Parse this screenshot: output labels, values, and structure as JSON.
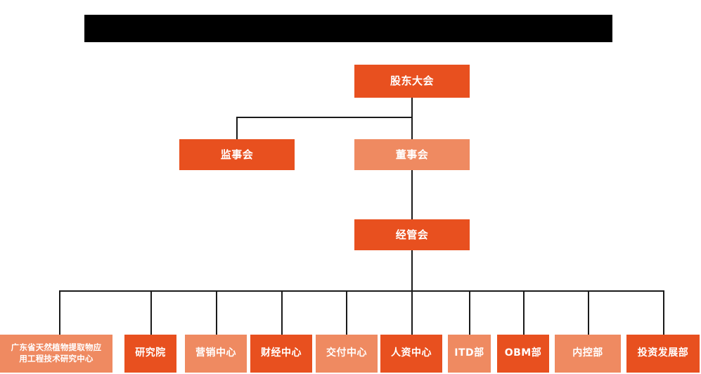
{
  "page": {
    "title_bar_redacted": true,
    "background_color": "#ffffff"
  },
  "palette": {
    "dark_orange": "#E8501F",
    "light_orange": "#EF8A61",
    "connector": "#1a1a1a",
    "text": "#ffffff",
    "redaction": "#000000"
  },
  "org_chart": {
    "levels": [
      {
        "level": 1,
        "nodes": [
          {
            "id": "shareholders-meeting",
            "label": "股东大会",
            "color": "dark"
          }
        ]
      },
      {
        "level": 2,
        "nodes": [
          {
            "id": "board-of-supervisors",
            "label": "监事会",
            "color": "dark"
          },
          {
            "id": "board-of-directors",
            "label": "董事会",
            "color": "light"
          }
        ]
      },
      {
        "level": 3,
        "nodes": [
          {
            "id": "management-committee",
            "label": "经管会",
            "color": "dark"
          }
        ]
      },
      {
        "level": 4,
        "nodes": [
          {
            "id": "guangdong-research-center",
            "label": "广东省天然植物提取物应\n用工程技术研究中心",
            "color": "light"
          },
          {
            "id": "research-institute",
            "label": "研究院",
            "color": "dark"
          },
          {
            "id": "marketing-center",
            "label": "营销中心",
            "color": "light"
          },
          {
            "id": "finance-center",
            "label": "财经中心",
            "color": "dark"
          },
          {
            "id": "delivery-center",
            "label": "交付中心",
            "color": "light"
          },
          {
            "id": "hr-center",
            "label": "人资中心",
            "color": "dark"
          },
          {
            "id": "itd-department",
            "label": "ITD部",
            "color": "light"
          },
          {
            "id": "obm-department",
            "label": "OBM部",
            "color": "dark"
          },
          {
            "id": "internal-control-department",
            "label": "内控部",
            "color": "light"
          },
          {
            "id": "investment-development-department",
            "label": "投资发展部",
            "color": "dark"
          }
        ]
      }
    ]
  }
}
